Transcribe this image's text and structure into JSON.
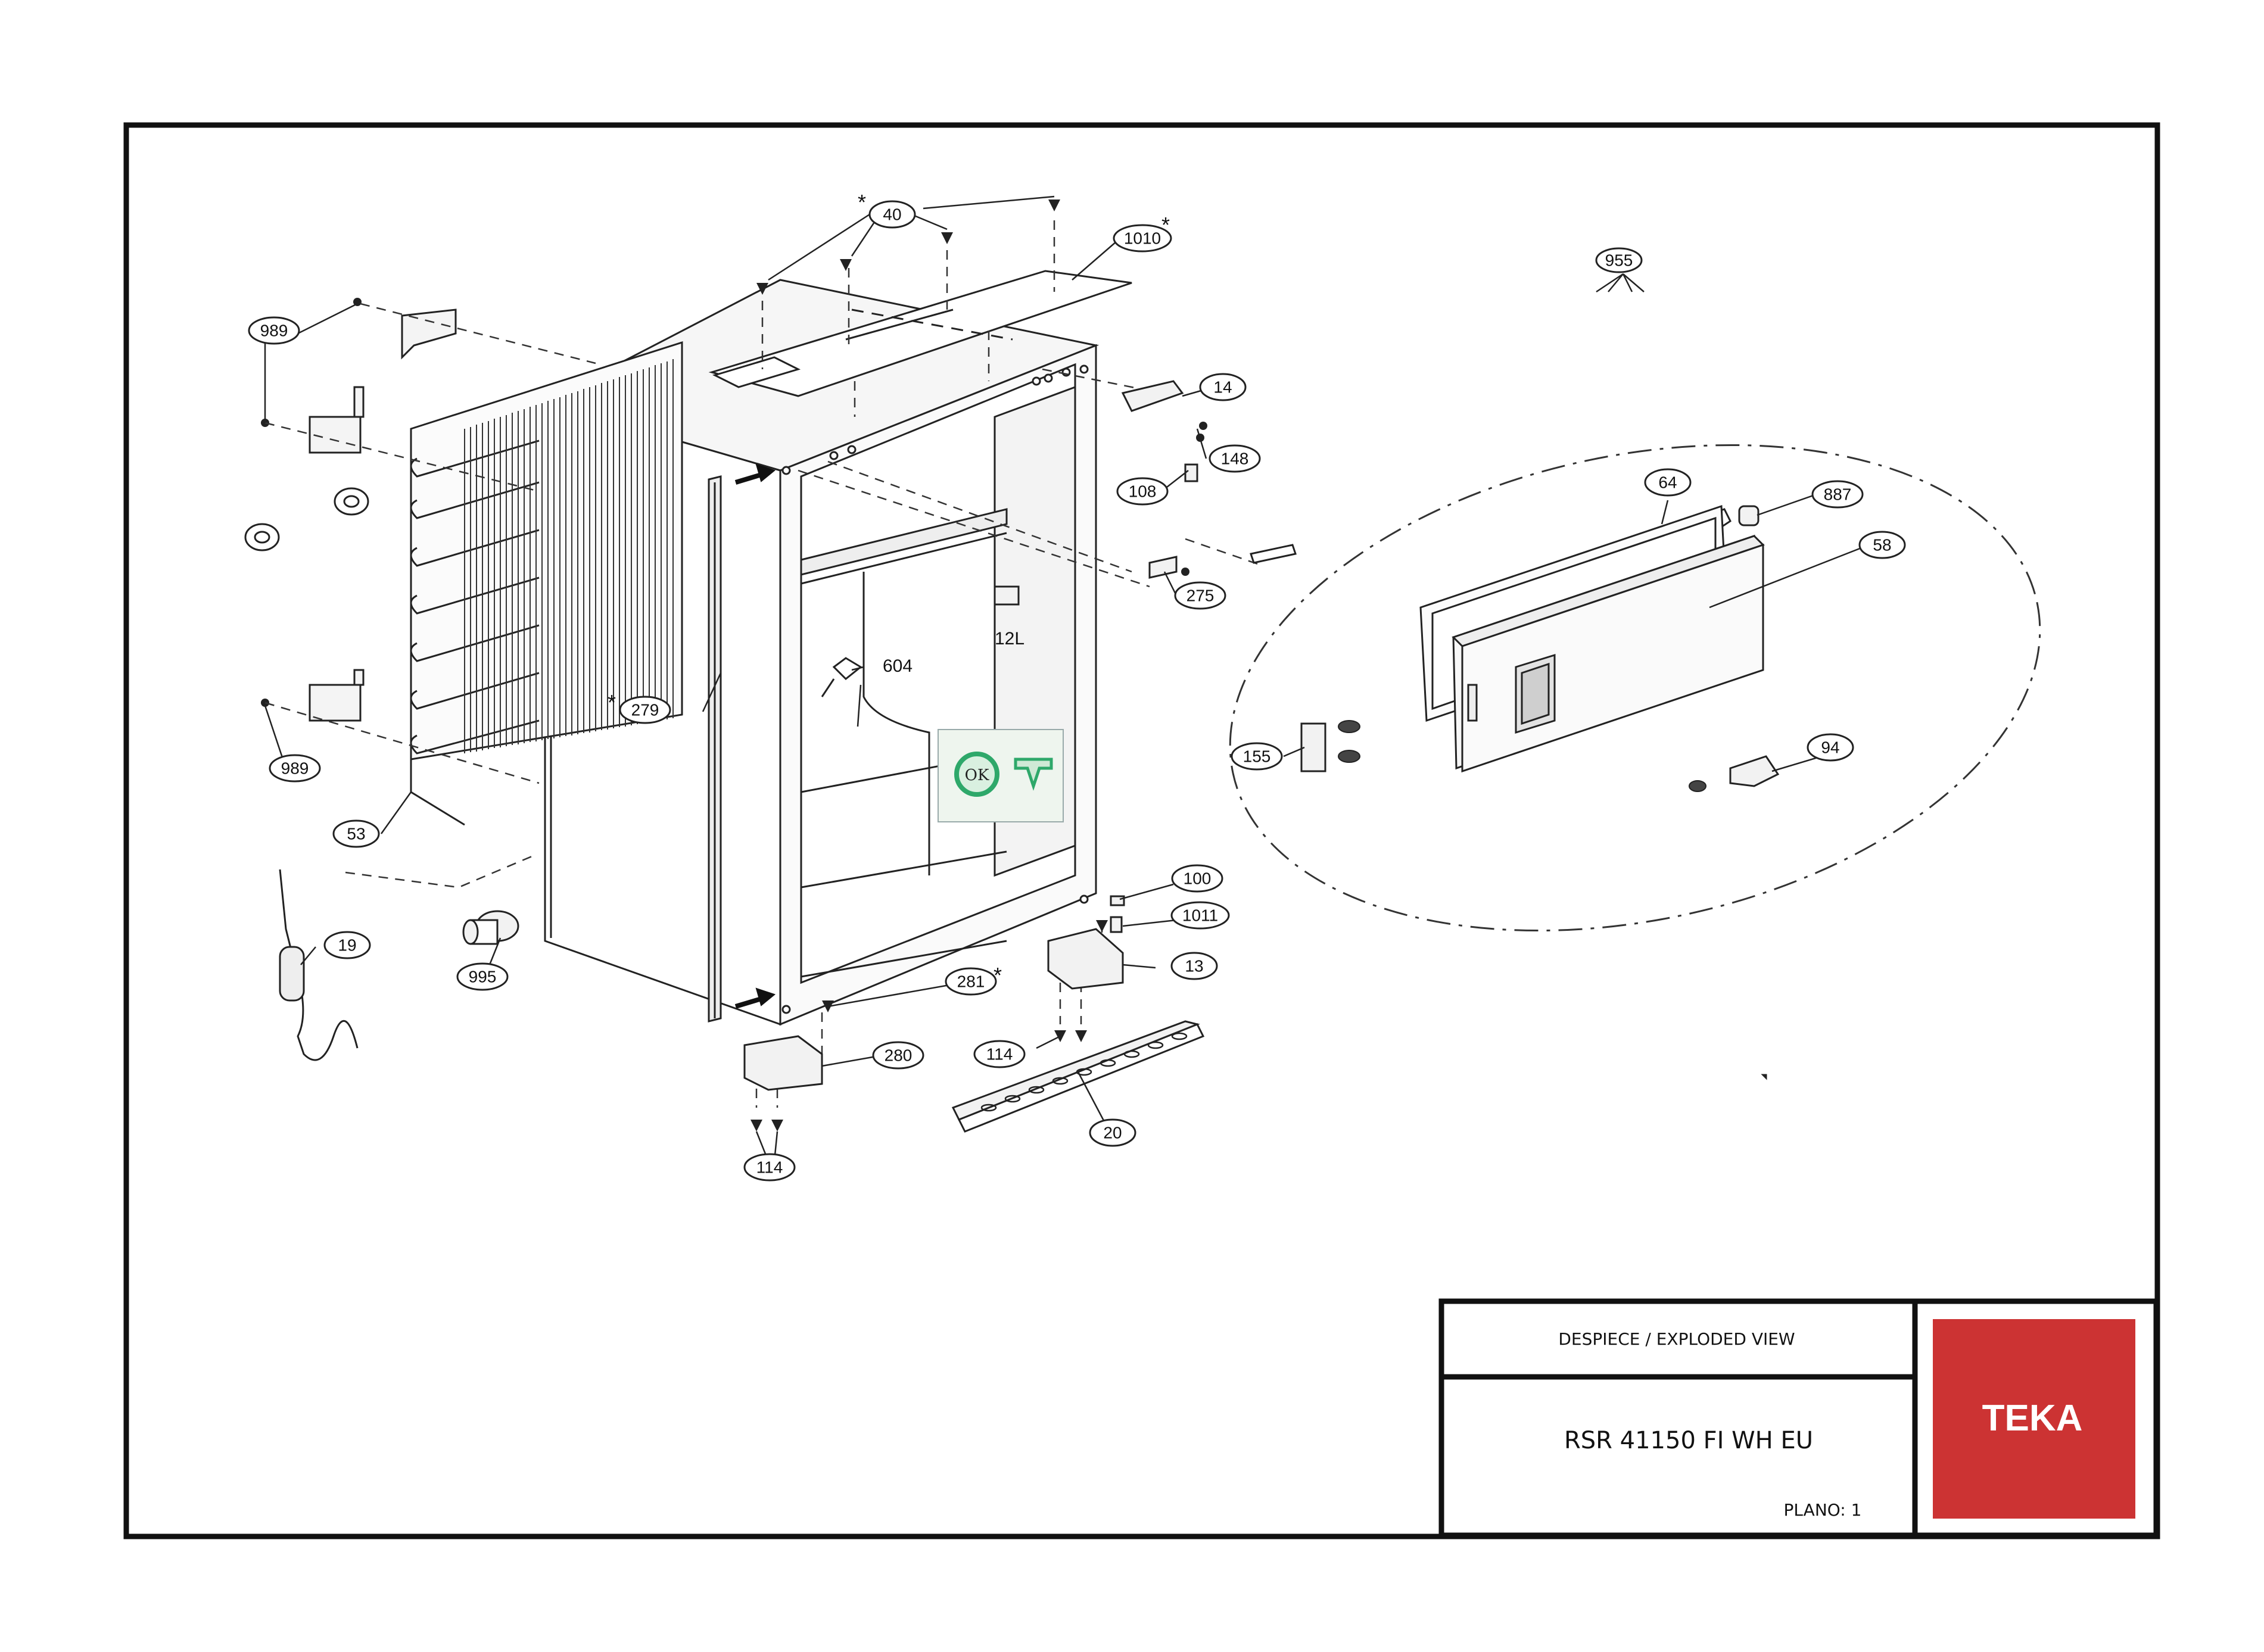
{
  "drawing": {
    "stars": [
      "*",
      "*",
      "*",
      "*"
    ],
    "callouts": [
      {
        "id": "c40",
        "label": "40"
      },
      {
        "id": "c1010",
        "label": "1010"
      },
      {
        "id": "c955",
        "label": "955"
      },
      {
        "id": "c989a",
        "label": "989"
      },
      {
        "id": "c14",
        "label": "14"
      },
      {
        "id": "c148",
        "label": "148"
      },
      {
        "id": "c108",
        "label": "108"
      },
      {
        "id": "c64",
        "label": "64"
      },
      {
        "id": "c887",
        "label": "887"
      },
      {
        "id": "c58",
        "label": "58"
      },
      {
        "id": "c275",
        "label": "275"
      },
      {
        "id": "c279",
        "label": "279"
      },
      {
        "id": "c989b",
        "label": "989"
      },
      {
        "id": "c155",
        "label": "155"
      },
      {
        "id": "c94",
        "label": "94"
      },
      {
        "id": "c53",
        "label": "53"
      },
      {
        "id": "c100",
        "label": "100"
      },
      {
        "id": "c1011",
        "label": "1011"
      },
      {
        "id": "c19",
        "label": "19"
      },
      {
        "id": "c13",
        "label": "13"
      },
      {
        "id": "c995",
        "label": "995"
      },
      {
        "id": "c281",
        "label": "281"
      },
      {
        "id": "c114a",
        "label": "114"
      },
      {
        "id": "c280",
        "label": "280"
      },
      {
        "id": "c20",
        "label": "20"
      },
      {
        "id": "c114b",
        "label": "114"
      }
    ],
    "plain_labels": [
      {
        "id": "l604",
        "label": "604"
      },
      {
        "id": "l12l",
        "label": "12L"
      }
    ],
    "ok_badge": "OK"
  },
  "title_block": {
    "heading": "DESPIECE / EXPLODED VIEW",
    "model": "RSR 41150 FI WH EU",
    "plan": "PLANO: 1",
    "brand": "TEKA"
  },
  "colors": {
    "brand_red": "#cc3333",
    "line": "#111111",
    "ok_green": "#2ea86a"
  }
}
